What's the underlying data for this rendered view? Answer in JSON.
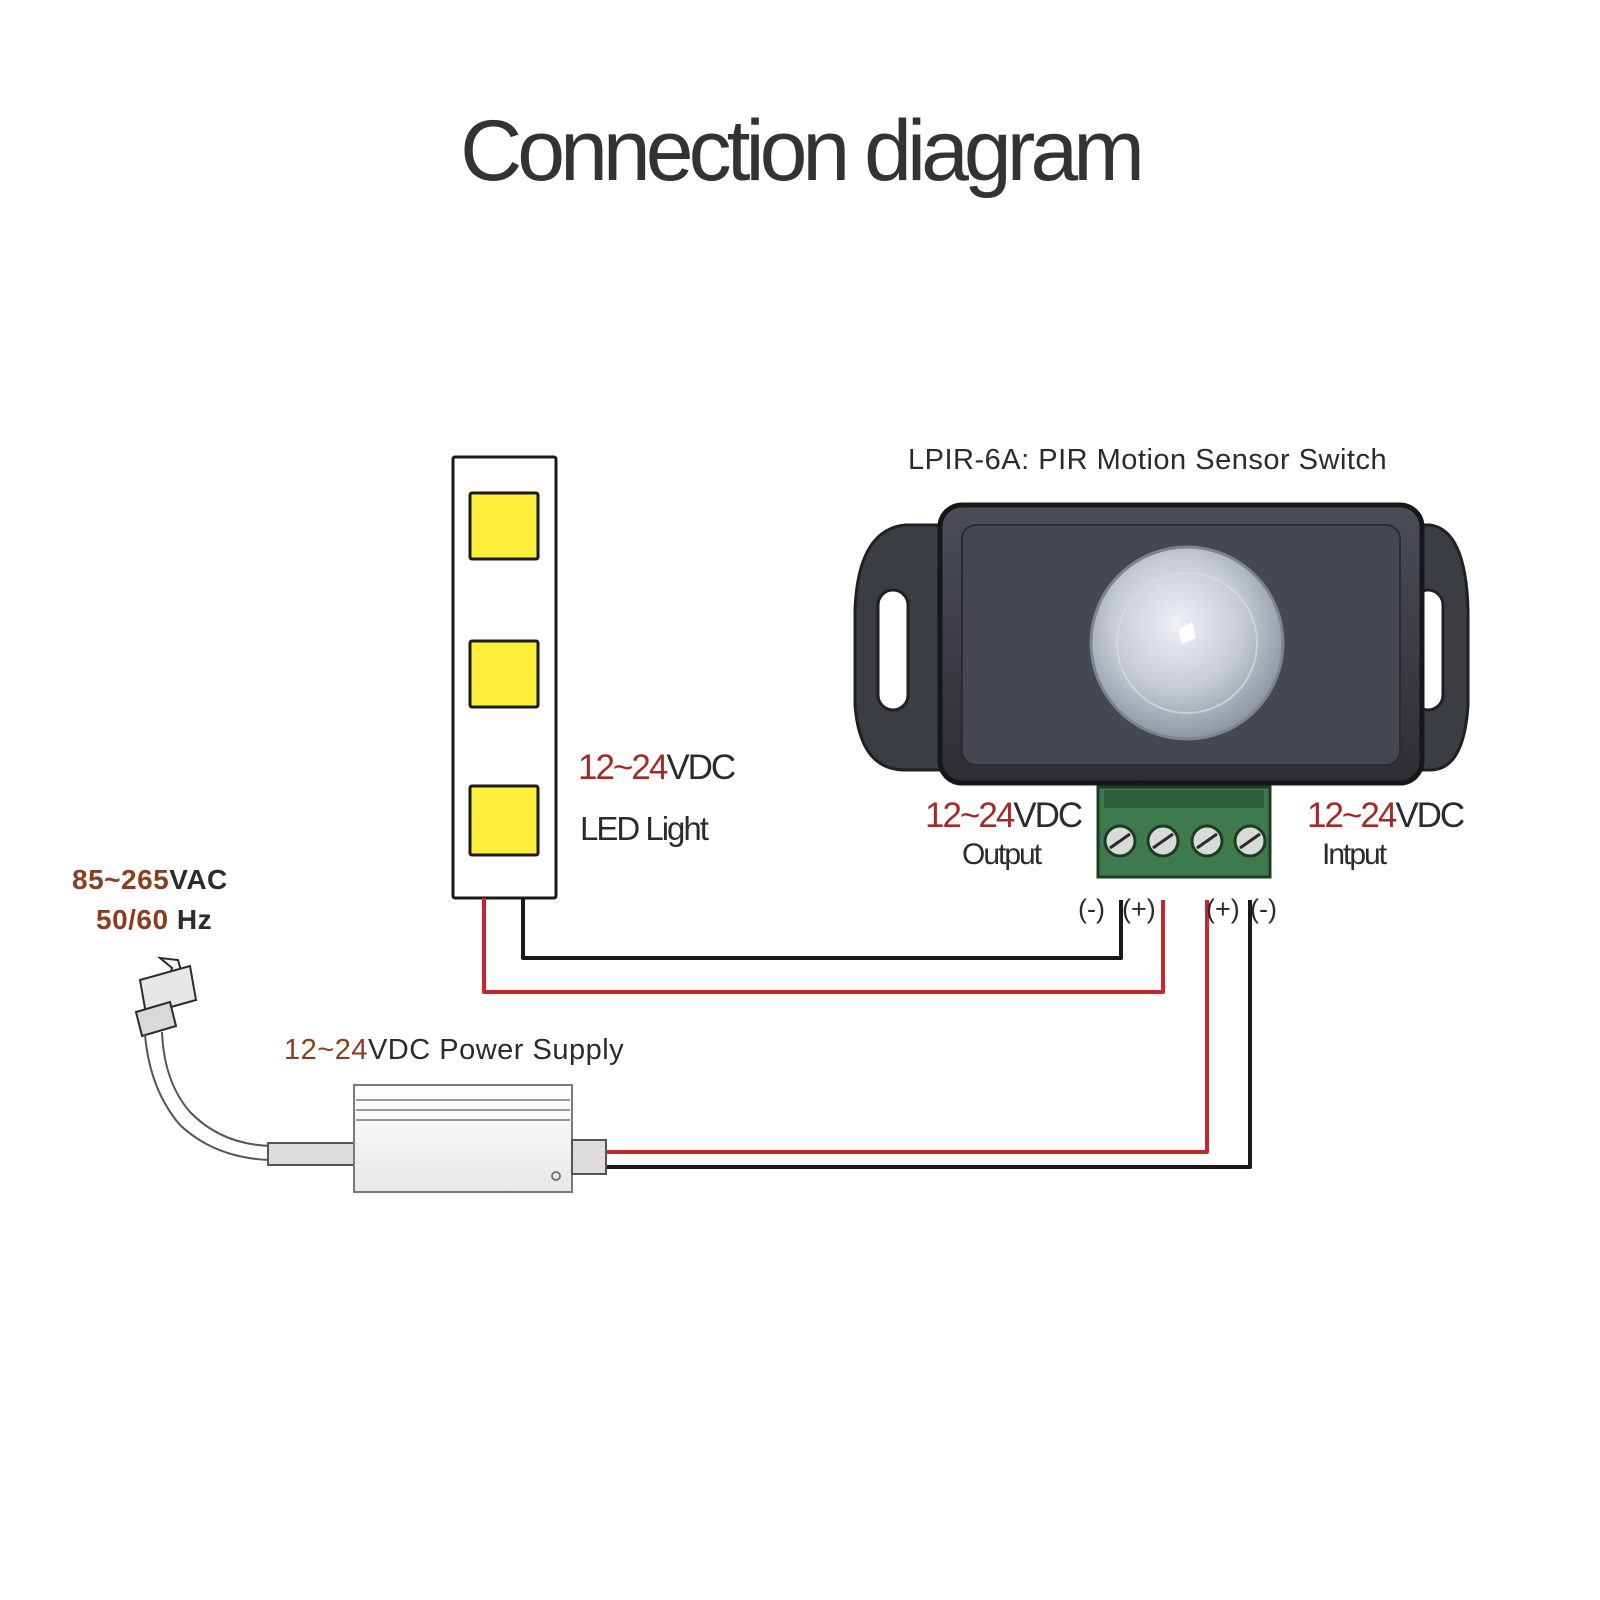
{
  "title": "Connection diagram",
  "led": {
    "voltage_range": "12~24",
    "voltage_unit": "VDC",
    "name": "LED Light"
  },
  "sensor": {
    "model": "LPIR-6A",
    "description": ": PIR Motion Sensor Switch",
    "output": {
      "voltage_range": "12~24",
      "voltage_unit": "VDC",
      "name": "Output"
    },
    "input": {
      "voltage_range": "12~24",
      "voltage_unit": "VDC",
      "name": "Intput"
    },
    "terminals": [
      "(-)",
      "(+)",
      "(+)",
      "(-)"
    ]
  },
  "mains": {
    "voltage_range": "85~265",
    "voltage_unit": "VAC",
    "frequency": "50/60",
    "frequency_unit": "Hz"
  },
  "power_supply": {
    "voltage_range": "12~24",
    "label_rest": "VDC Power Supply"
  },
  "colors": {
    "positive_wire": "#c7262a",
    "negative_wire": "#1a1a1a",
    "led_chip": "#ffee3a",
    "sensor_body": "#3c3f44",
    "terminal_block": "#3f7a4c",
    "accent_text": "#a32a25"
  }
}
